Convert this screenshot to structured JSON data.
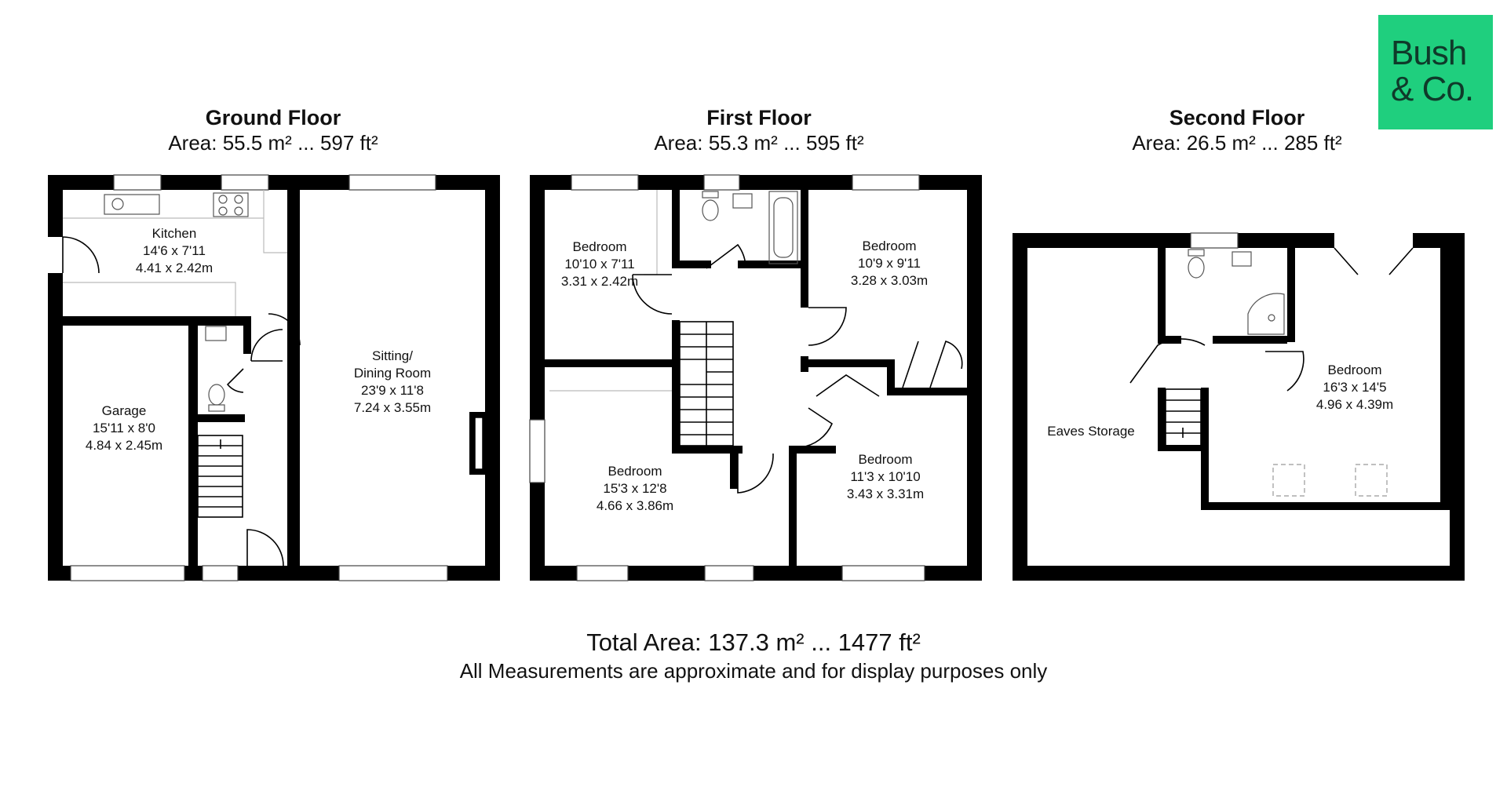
{
  "brand": {
    "logo_text": "Bush & Co.",
    "logo_line1": "Bush",
    "logo_line2": "& Co.",
    "logo_color": "#1fcf7e"
  },
  "floors": [
    {
      "title": "Ground Floor",
      "area": "Area: 55.5 m² ... 597 ft²"
    },
    {
      "title": "First Floor",
      "area": "Area: 55.3 m² ... 595 ft²"
    },
    {
      "title": "Second Floor",
      "area": "Area: 26.5 m² ... 285 ft²"
    }
  ],
  "rooms": {
    "kitchen": {
      "name": "Kitchen",
      "imperial": "14'6 x 7'11",
      "metric": "4.41 x 2.42m"
    },
    "garage": {
      "name": "Garage",
      "imperial": "15'11 x 8'0",
      "metric": "4.84 x 2.45m"
    },
    "sitting": {
      "name_line1": "Sitting/",
      "name_line2": "Dining Room",
      "imperial": "23'9 x 11'8",
      "metric": "7.24 x 3.55m"
    },
    "bed1": {
      "name": "Bedroom",
      "imperial": "10'10 x 7'11",
      "metric": "3.31 x 2.42m"
    },
    "bed2": {
      "name": "Bedroom",
      "imperial": "10'9 x 9'11",
      "metric": "3.28 x 3.03m"
    },
    "bed3": {
      "name": "Bedroom",
      "imperial": "15'3 x 12'8",
      "metric": "4.66 x 3.86m"
    },
    "bed4": {
      "name": "Bedroom",
      "imperial": "11'3 x 10'10",
      "metric": "3.43 x 3.31m"
    },
    "bed5": {
      "name": "Bedroom",
      "imperial": "16'3 x 14'5",
      "metric": "4.96 x 4.39m"
    },
    "eaves": {
      "name": "Eaves Storage"
    }
  },
  "footer": {
    "total": "Total Area: 137.3 m²  ...  1477 ft²",
    "disclaimer": "All Measurements are approximate and for display purposes only"
  }
}
